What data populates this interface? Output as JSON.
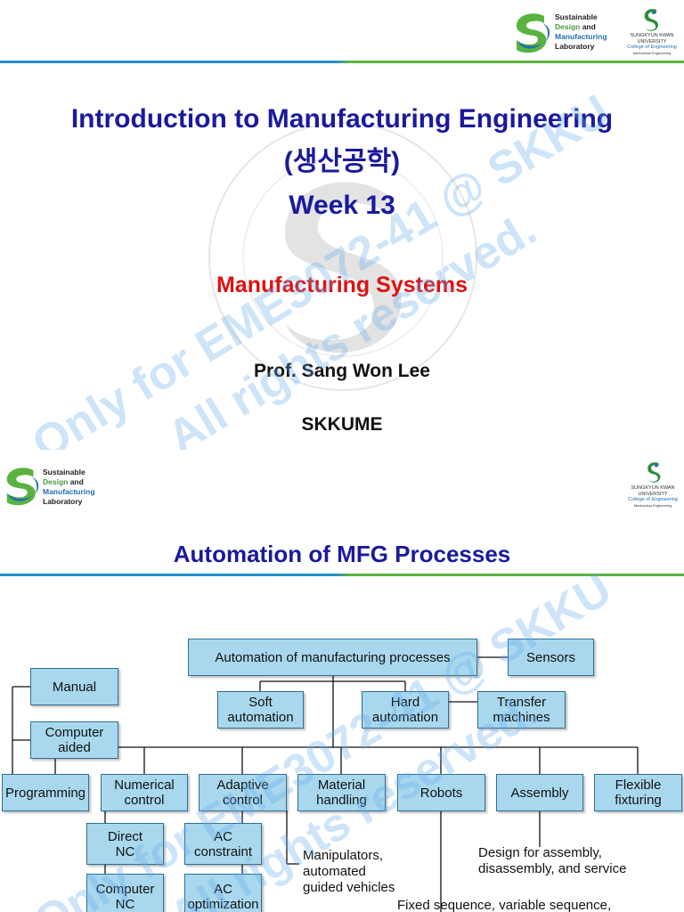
{
  "slide1": {
    "lab_logo": {
      "line1": "Sustainable",
      "line2_a": "Design",
      "line2_b": " and",
      "line3": "Manufacturing",
      "line4": "Laboratory"
    },
    "univ_logo": {
      "line1": "SUNGKYUN KWAN",
      "line2": "UNIVERSITY",
      "line3": "College of Engineering",
      "line4": "Mechanical Engineering"
    },
    "title": "Introduction to Manufacturing Engineering",
    "subtitle_korean": "(생산공학)",
    "week": "Week 13",
    "topic": "Manufacturing Systems",
    "professor": "Prof. Sang Won Lee",
    "department": "SKKUME",
    "watermark_line1": "Only for EME3072-41 @ SKKU",
    "watermark_line2": "All rights reserved.",
    "colors": {
      "title": "#1a1a9c",
      "topic": "#e01010",
      "rule_left": "#1f8fcf",
      "rule_right": "#5ab340"
    }
  },
  "slide2": {
    "lab_logo": {
      "line1": "Sustainable",
      "line2_a": "Design",
      "line2_b": " and",
      "line3": "Manufacturing",
      "line4": "Laboratory"
    },
    "univ_logo": {
      "line1": "SUNGKYUN KWAN",
      "line2": "UNIVERSITY",
      "line3": "College of Engineering",
      "line4": "Mechanical Engineering"
    },
    "title": "Automation of MFG Processes",
    "watermark_line1": "Only for EME3072-41 @ SKKU",
    "watermark_line2": "All rights reserved.",
    "diagram": {
      "root": "Automation of manufacturing processes",
      "sensors": "Sensors",
      "soft": "Soft automation",
      "hard": "Hard automation",
      "transfer": "Transfer machines",
      "manual": "Manual",
      "computer_aided": "Computer aided",
      "programming": "Programming",
      "numerical": "Numerical control",
      "adaptive": "Adaptive control",
      "material": "Material handling",
      "robots": "Robots",
      "assembly": "Assembly",
      "fixturing": "Flexible fixturing",
      "direct_nc": "Direct NC",
      "computer_nc": "Computer NC",
      "ac_constraint": "AC constraint",
      "ac_optimization": "AC optimization",
      "manipulators": "Manipulators, automated guided vehicles",
      "design_for": "Design for assembly, disassembly, and service",
      "fixed_sequence": "Fixed sequence, variable sequence,"
    },
    "colors": {
      "node_fill": "#a9d8ee",
      "node_border": "#2f6f92",
      "title": "#1a1a9c"
    }
  }
}
